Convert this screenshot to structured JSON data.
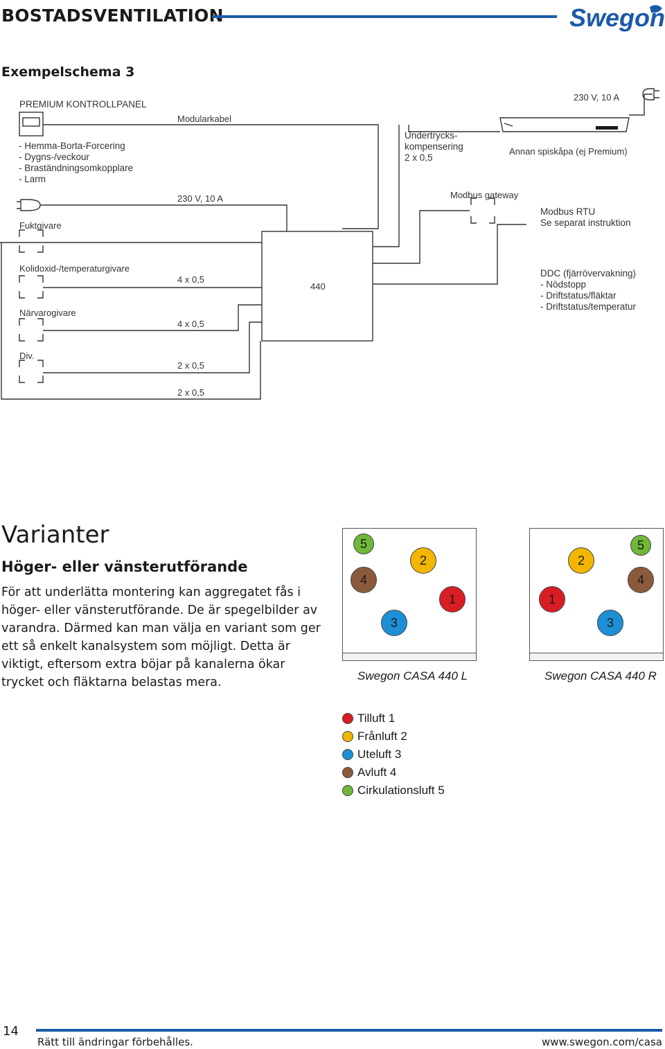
{
  "header": {
    "title": "BOSTADSVENTILATION",
    "logo_text": "Swegon",
    "brand_color": "#1c5aa8"
  },
  "section_title": "Exempelschema 3",
  "diagram": {
    "panel_title": "PREMIUM KONTROLLPANEL",
    "panel_features": "- Hemma-Borta-Forcering\n- Dygns-/veckour\n- Braständningsomkopplare\n- Larm",
    "modularkabel": "Modularkabel",
    "power_left": "230 V, 10 A",
    "fuktgivare": "Fuktgivare",
    "kolidoxid": "Kolidoxid-/temperaturgivare",
    "narvaro": "Närvarogivare",
    "div": "Div.",
    "cable_4x05_a": "4 x 0,5",
    "cable_4x05_b": "4 x 0,5",
    "cable_2x05_a": "2 x 0,5",
    "cable_2x05_b": "2 x 0,5",
    "unit_label": "440",
    "undertryck": "Undertrycks-\nkompensering\n2 x 0,5",
    "modbus_gateway": "Modbus gateway",
    "power_right": "230 V, 10 A",
    "spiskapa": "Annan spiskåpa (ej Premium)",
    "modbus_rtu": "Modbus RTU\nSe separat instruktion",
    "ddc": "DDC (fjärrövervakning)\n- Nödstopp\n- Driftstatus/fläktar\n- Driftstatus/temperatur"
  },
  "varianter": {
    "title": "Varianter",
    "subtitle": "Höger- eller vänsterutförande",
    "paragraph": "För att underlätta montering kan aggregatet fås i höger- eller vänsterutförande. De är spegelbilder av varandra. Därmed kan man välja en variant som ger ett så enkelt kanalsystem som möjligt. Detta är viktigt, eftersom extra böjar på kanalerna ökar trycket och fläktarna belastas mera."
  },
  "units": [
    {
      "caption": "Swegon CASA 440 L",
      "connections": [
        {
          "label": "5",
          "color": "#6fb83a"
        },
        {
          "label": "4",
          "color": "#8b5a3c"
        },
        {
          "label": "2",
          "color": "#f2b600"
        },
        {
          "label": "1",
          "color": "#d81e24"
        },
        {
          "label": "3",
          "color": "#1d8fd6"
        }
      ]
    },
    {
      "caption": "Swegon CASA 440 R",
      "connections": [
        {
          "label": "5",
          "color": "#6fb83a"
        },
        {
          "label": "4",
          "color": "#8b5a3c"
        },
        {
          "label": "2",
          "color": "#f2b600"
        },
        {
          "label": "1",
          "color": "#d81e24"
        },
        {
          "label": "3",
          "color": "#1d8fd6"
        }
      ]
    }
  ],
  "legend": [
    {
      "label": "Tilluft 1",
      "color": "#d81e24"
    },
    {
      "label": "Frånluft 2",
      "color": "#f2b600"
    },
    {
      "label": "Uteluft 3",
      "color": "#1d8fd6"
    },
    {
      "label": "Avluft 4",
      "color": "#8b5a3c"
    },
    {
      "label": "Cirkulationsluft 5",
      "color": "#6fb83a"
    }
  ],
  "footer": {
    "page_number": "14",
    "disclaimer": "Rätt till ändringar förbehålles.",
    "url": "www.swegon.com/casa"
  }
}
